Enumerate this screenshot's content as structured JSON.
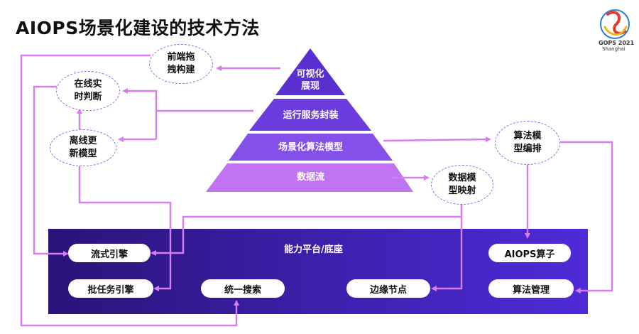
{
  "title": "AIOPS场景化建设的技术方法",
  "logo": {
    "line1": "GOPS 2021",
    "line2": "Shanghai"
  },
  "pyramid": {
    "levels": [
      "可视化\n展现",
      "运行服务封装",
      "场景化算法模型",
      "数据流"
    ]
  },
  "bubbles": {
    "frontend": "前端拖\n拽构建",
    "online": "在线实\n时判断",
    "offline": "离线更\n新模型",
    "algo_orch": "算法模\n型编排",
    "data_map": "数据模\n型映射"
  },
  "platform": {
    "title": "能力平台/底座",
    "items": {
      "stream": "流式引擎",
      "batch": "批任务引擎",
      "search": "统一搜索",
      "edge": "边缘节点",
      "operator": "AIOPS算子",
      "algo_mgmt": "算法管理"
    }
  },
  "colors": {
    "arrow": "#d77cf2",
    "bubble_border": "#9a63e6",
    "platform_start": "#2a1378",
    "platform_end": "#4e2bd8",
    "pyramid_top": "#5a2fd0",
    "pyramid_2": "#6c3cde",
    "pyramid_3": "#8350e8",
    "pyramid_base": "#c073f2"
  }
}
